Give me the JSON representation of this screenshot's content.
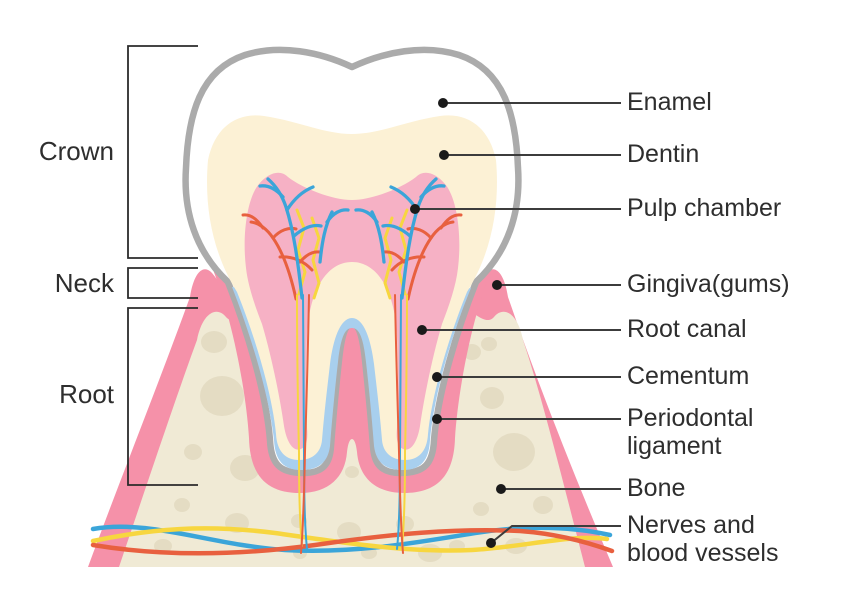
{
  "figure": {
    "type": "anatomical-diagram",
    "subject": "Cross-section of a human tooth and surrounding tissues"
  },
  "labels": {
    "left": [
      {
        "text": "Crown"
      },
      {
        "text": "Neck"
      },
      {
        "text": "Root"
      }
    ],
    "right": [
      {
        "text": "Enamel"
      },
      {
        "text": "Dentin"
      },
      {
        "text": "Pulp chamber"
      },
      {
        "text": "Gingiva(gums)"
      },
      {
        "text": "Root canal"
      },
      {
        "text": "Cementum"
      },
      {
        "text": "Periodontal ligament"
      },
      {
        "text": "Bone"
      },
      {
        "text": "Nerves and blood vessels"
      }
    ]
  },
  "colors": {
    "enamel": "#FFFFFF",
    "tooth_outline_gray": "#ABABAB",
    "dentin_cream": "#FCF1D5",
    "pulp_pink": "#F6B1C5",
    "gum_pink": "#F591A9",
    "cementum_blue": "#A8CFEE",
    "bone_cream": "#F0EAD5",
    "bone_spots": "#E4DCC3",
    "vessel_red": "#E8603F",
    "vessel_blue": "#3BA5D9",
    "vessel_yellow": "#F7D63F",
    "pointer_line": "#3C3C3C",
    "text": "#2E2E2E"
  }
}
